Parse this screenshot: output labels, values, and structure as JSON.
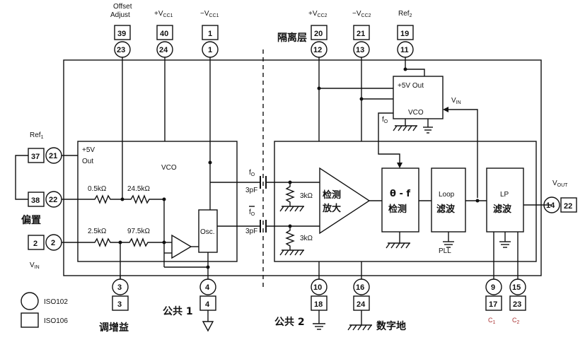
{
  "isolation_label": "隔离层",
  "top_pins": [
    {
      "name": "Offset Adjust",
      "line1": "Offset",
      "line2": "Adjust",
      "square": "39",
      "circle": "23"
    },
    {
      "name": "+VCC1",
      "square": "40",
      "circle": "24"
    },
    {
      "name": "-VCC1",
      "square": "1",
      "circle": "1"
    },
    {
      "name": "+VCC2",
      "square": "20",
      "circle": "12"
    },
    {
      "name": "-VCC2",
      "square": "21",
      "circle": "13"
    },
    {
      "name": "Ref2",
      "square": "19",
      "circle": "11"
    }
  ],
  "left_pins": {
    "ref1": {
      "name": "Ref1",
      "square": "37",
      "circle": "21"
    },
    "pin22": {
      "square": "38",
      "circle": "22"
    },
    "bias_label": "偏置",
    "vin": {
      "name": "VIN",
      "square": "2",
      "circle": "2"
    }
  },
  "bottom_pins": [
    {
      "label": "调增益",
      "square": "3",
      "circle": "3"
    },
    {
      "label": "公共 1",
      "square": "4",
      "circle": "4"
    },
    {
      "label": "公共 2",
      "square": "18",
      "circle": "10"
    },
    {
      "label": "数字地",
      "square": "24",
      "circle": "16"
    },
    {
      "label": "C1",
      "square": "17",
      "circle": "9"
    },
    {
      "label": "C2",
      "square": "23",
      "circle": "15"
    }
  ],
  "right_pin": {
    "name": "VOUT",
    "square": "22",
    "circle": "14"
  },
  "legend": {
    "circle_label": "ISO102",
    "square_label": "ISO106"
  },
  "left_block": {
    "plus5v": "+5V",
    "out": "Out",
    "vco": "VCO",
    "r1": "0.5kΩ",
    "r2": "24.5kΩ",
    "r3": "2.5kΩ",
    "r4": "97.5kΩ",
    "osc": "Osc."
  },
  "coupling": {
    "f0": "f0",
    "f0bar": "f0",
    "cap": "3pF"
  },
  "right_block": {
    "r_top": "3kΩ",
    "r_bot": "3kΩ",
    "amp": "检测放大",
    "amp_line1": "检测",
    "amp_line2": "放大",
    "det_line1": "θ - f",
    "det_line2": "检测",
    "loop_line1": "Loop",
    "loop_line2": "滤波",
    "lp_line1": "LP",
    "lp_line2": "滤波",
    "pll": "PLL",
    "vco_plus5v": "+5V Out",
    "vco": "VCO",
    "vin": "VIN",
    "fo": "fo"
  }
}
